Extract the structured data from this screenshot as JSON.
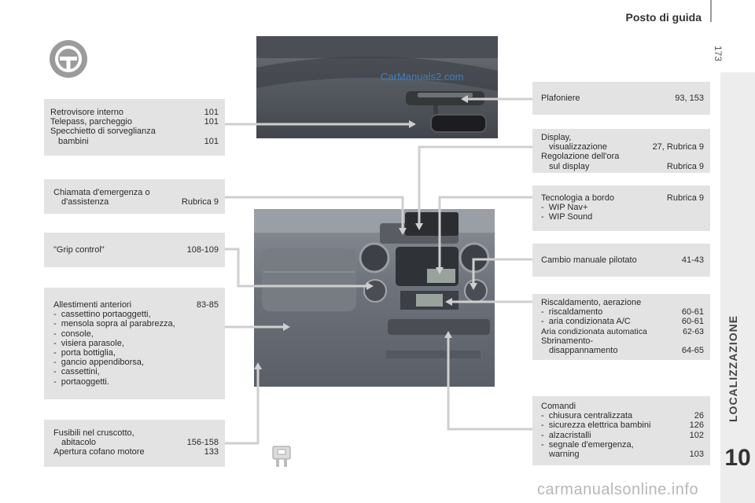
{
  "header": {
    "title": "Posto di guida",
    "page_number": "173"
  },
  "side": {
    "label": "LOCALIZZAZIONE",
    "chapter": "10"
  },
  "watermark_top": "CarManuals2.com",
  "watermark_bottom": "carmanualsonline.info",
  "left_boxes": [
    {
      "rows": [
        [
          "Retrovisore interno",
          "101"
        ],
        [
          "Telepass, parcheggio",
          "101"
        ],
        [
          "Specchietto di sorveglianza",
          ""
        ],
        [
          "bambini",
          "101"
        ]
      ]
    },
    {
      "rows": [
        [
          "Chiamata d'emergenza o",
          ""
        ],
        [
          "d'assistenza",
          "Rubrica 9"
        ]
      ]
    },
    {
      "rows": [
        [
          "\"Grip control\"",
          "108-109"
        ]
      ]
    },
    {
      "title": [
        "Allestimenti anteriori",
        "83-85"
      ],
      "items": [
        "cassettino portaoggetti,",
        "mensola sopra al parabrezza,",
        "console,",
        "visiera parasole,",
        "porta bottiglia,",
        "gancio appendiborsa,",
        "cassettini,",
        "portaoggetti."
      ]
    },
    {
      "rows": [
        [
          "Fusibili nel cruscotto,",
          ""
        ],
        [
          "abitacolo",
          "156-158"
        ],
        [
          "Apertura cofano motore",
          "133"
        ]
      ]
    }
  ],
  "right_boxes": [
    {
      "rows": [
        [
          "Plafoniere",
          "93, 153"
        ]
      ]
    },
    {
      "rows": [
        [
          "Display,",
          ""
        ],
        [
          "visualizzazione",
          "27, Rubrica 9"
        ],
        [
          "Regolazione dell'ora",
          ""
        ],
        [
          "sul display",
          "Rubrica 9"
        ]
      ]
    },
    {
      "title": [
        "Tecnologia a bordo",
        "Rubrica 9"
      ],
      "items": [
        "WIP Nav+",
        "WIP Sound"
      ]
    },
    {
      "rows": [
        [
          "Cambio manuale pilotato",
          "41-43"
        ]
      ]
    },
    {
      "title": [
        "Riscaldamento, aerazione",
        ""
      ],
      "items": [
        [
          "riscaldamento",
          "60-61"
        ],
        [
          "aria condizionata A/C",
          "60-61"
        ]
      ],
      "extra": [
        [
          "Aria condizionata automatica",
          "62-63"
        ],
        [
          "Sbrinamento-",
          ""
        ],
        [
          "disappannamento",
          "64-65"
        ]
      ]
    },
    {
      "title": [
        "Comandi",
        ""
      ],
      "items": [
        [
          "chiusura centralizzata",
          "26"
        ],
        [
          "sicurezza elettrica bambini",
          "126"
        ],
        [
          "alzacristalli",
          "102"
        ],
        [
          "segnale d'emergenza,",
          ""
        ]
      ],
      "extra": [
        [
          "warning",
          "103"
        ]
      ]
    }
  ],
  "colors": {
    "box_bg": "#e3e3e3",
    "line": "#c9c9c9",
    "tab_bg": "#ededed"
  }
}
